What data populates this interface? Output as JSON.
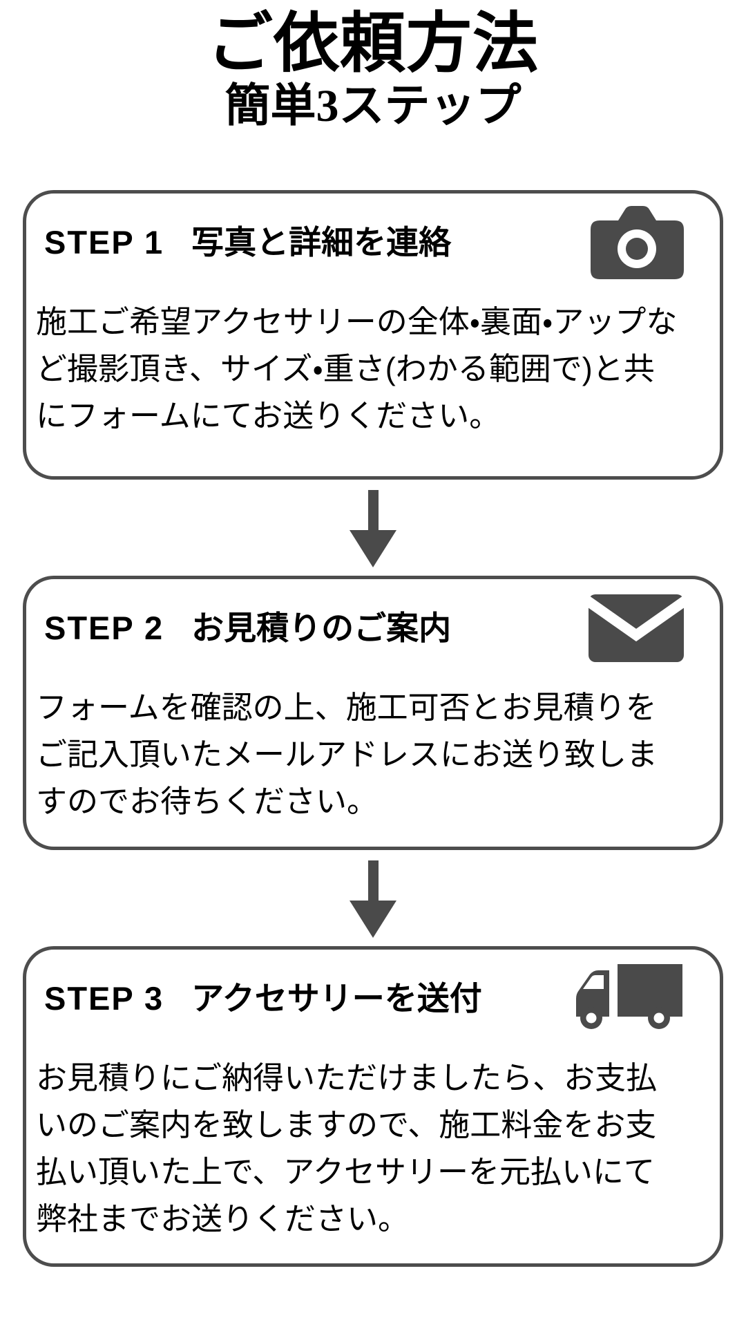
{
  "page": {
    "title": "ご依頼方法",
    "subtitle": "簡単3ステップ"
  },
  "steps": [
    {
      "label": "STEP 1",
      "heading": "写真と詳細を連絡",
      "icon": "camera-icon",
      "body": "施工ご希望アクセサリーの全体・裏面・アップなど撮影頂き、サイズ・重さ(わかる範囲で)と共にフォームにてお送りください。"
    },
    {
      "label": "STEP 2",
      "heading": "お見積りのご案内",
      "icon": "envelope-icon",
      "body": "フォームを確認の上、施工可否とお見積りをご記入頂いたメールアドレスにお送り致しますのでお待ちください。"
    },
    {
      "label": "STEP 3",
      "heading": "アクセサリーを送付",
      "icon": "truck-icon",
      "body": "お見積りにご納得いただけましたら、お支払いのご案内を致しますので、施工料金をお支払い頂いた上で、アクセサリーを元払いにて弊社までお送りください。"
    }
  ],
  "colors": {
    "accent": "#4a4a4a",
    "border": "#4d4d4d",
    "text": "#000000",
    "background": "#ffffff"
  }
}
